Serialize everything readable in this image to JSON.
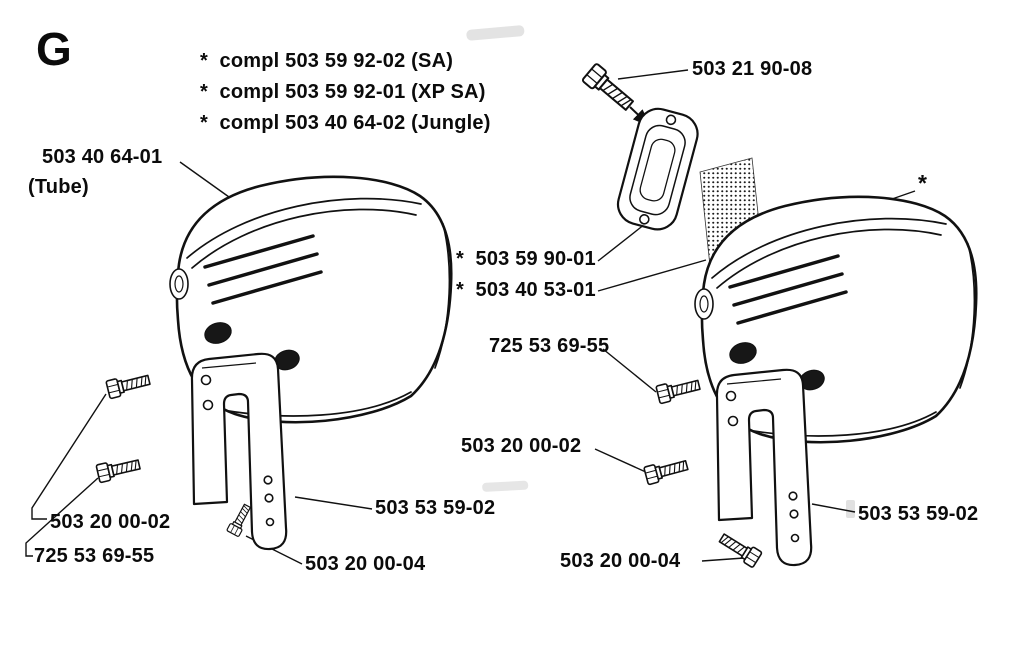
{
  "background": "#ffffff",
  "ink_color": "#111111",
  "section_letter": "G",
  "header_notes": [
    "*  compl 503 59 92-02 (SA)",
    "*  compl 503 59 92-01 (XP SA)",
    "*  compl 503 40 64-02 (Jungle)"
  ],
  "callouts": {
    "tube": {
      "number": "503 40 64-01",
      "caption": "(Tube)"
    },
    "top_bolt": {
      "number": "503 21 90-08"
    },
    "gasket": {
      "number": "*  503 59 90-01"
    },
    "screen": {
      "number": "*  503 40 53-01"
    },
    "right_screw_upper": {
      "number": "725 53 69-55"
    },
    "right_screw_lower": {
      "number": "503 20 00-02"
    },
    "right_bracket": {
      "number": "503 53 59-02"
    },
    "right_bottom_screw": {
      "number": "503 20 00-04"
    },
    "left_bracket": {
      "number": "503 53 59-02"
    },
    "left_screw_upper": {
      "number": "503 20 00-02"
    },
    "left_screw_lower": {
      "number": "725 53 69-55"
    },
    "left_bottom_screw": {
      "number": "503 20 00-04"
    },
    "variant_mark": {
      "number": "*"
    }
  }
}
